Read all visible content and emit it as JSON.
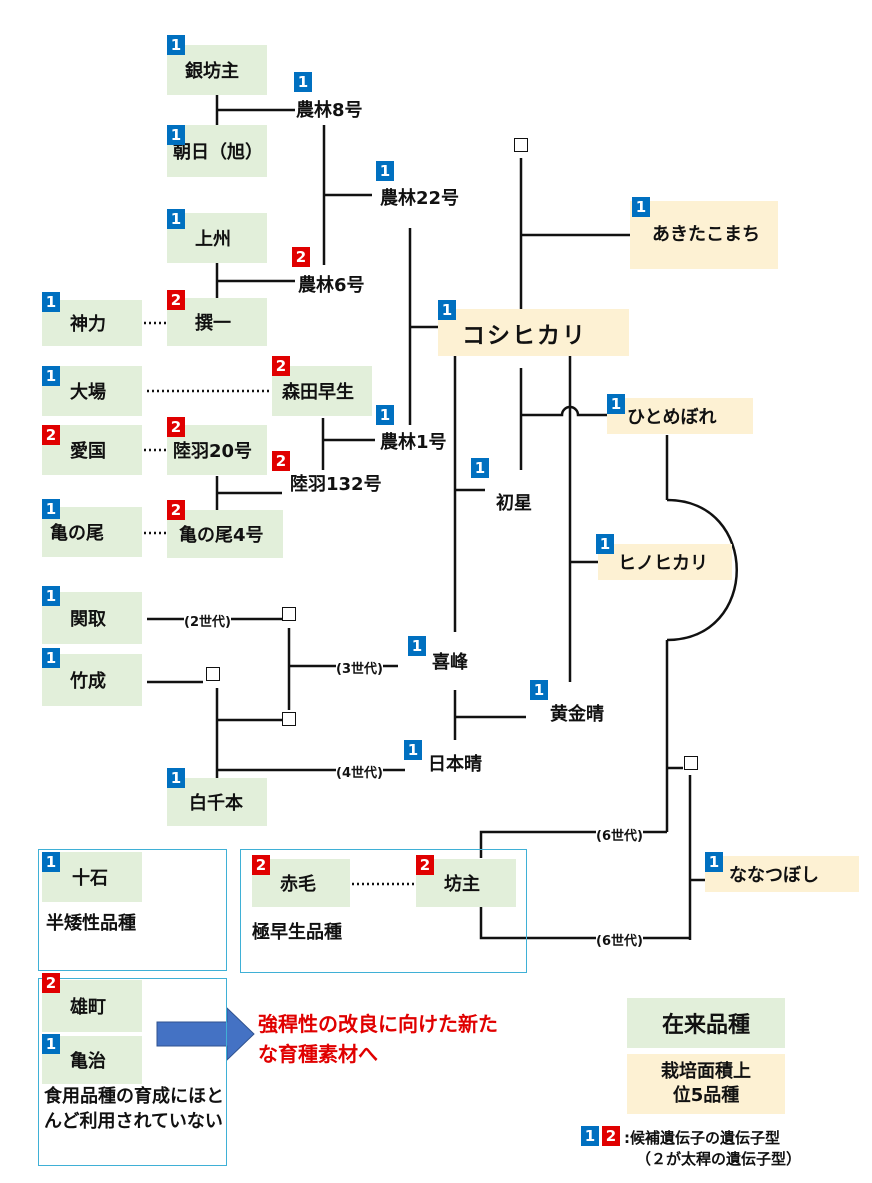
{
  "varieties": {
    "ginbozu": {
      "name": "銀坊主",
      "badge": "1"
    },
    "asahi": {
      "name": "朝日（旭）",
      "badge": "1"
    },
    "norin8": {
      "name": "農林8号",
      "badge": "1"
    },
    "norin22": {
      "name": "農林22号",
      "badge": "1"
    },
    "joshu": {
      "name": "上州",
      "badge": "1"
    },
    "norin6": {
      "name": "農林6号",
      "badge": "2"
    },
    "shinriki": {
      "name": "神力",
      "badge": "1"
    },
    "senichi": {
      "name": "撰一",
      "badge": "2"
    },
    "koshihikari": {
      "name": "コシヒカリ",
      "badge": "1"
    },
    "akitakomachi": {
      "name": "あきたこまち",
      "badge": "1"
    },
    "oba": {
      "name": "大場",
      "badge": "1"
    },
    "moritawase": {
      "name": "森田早生",
      "badge": "2"
    },
    "aikoku": {
      "name": "愛国",
      "badge": "2"
    },
    "rikuu20": {
      "name": "陸羽20号",
      "badge": "2"
    },
    "norin1": {
      "name": "農林1号",
      "badge": "1"
    },
    "rikuu132": {
      "name": "陸羽132号",
      "badge": "2"
    },
    "hitomebore": {
      "name": "ひとめぼれ",
      "badge": "1"
    },
    "hatsuboshi": {
      "name": "初星",
      "badge": "1"
    },
    "kamenoo": {
      "name": "亀の尾",
      "badge": "1"
    },
    "kamenoo4": {
      "name": "亀の尾4号",
      "badge": "2"
    },
    "hinohikari": {
      "name": "ヒノヒカリ",
      "badge": "1"
    },
    "sekitori": {
      "name": "関取",
      "badge": "1"
    },
    "takenari": {
      "name": "竹成",
      "badge": "1"
    },
    "kiho": {
      "name": "喜峰",
      "badge": "1"
    },
    "koganebare": {
      "name": "黄金晴",
      "badge": "1"
    },
    "nihonbare": {
      "name": "日本晴",
      "badge": "1"
    },
    "shirasenbon": {
      "name": "白千本",
      "badge": "1"
    },
    "nanatsuboshi": {
      "name": "ななつぼし",
      "badge": "1"
    },
    "jikkoku": {
      "name": "十石",
      "badge": "1"
    },
    "akage": {
      "name": "赤毛",
      "badge": "2"
    },
    "bozu": {
      "name": "坊主",
      "badge": "2"
    },
    "omachi": {
      "name": "雄町",
      "badge": "2"
    },
    "kameji": {
      "name": "亀治",
      "badge": "1"
    }
  },
  "generations": {
    "g2": "(2世代)",
    "g3": "(3世代)",
    "g4": "(4世代)",
    "g6": "(6世代)"
  },
  "unknown_parent": "□",
  "notes": {
    "semi_dwarf": "半矮性品種",
    "extra_early": "極早生品種",
    "not_used": "食用品種の育成にほとんど利用されていない",
    "new_material": "強稈性の改良に向けた新たな育種素材へ"
  },
  "legend": {
    "native": "在来品種",
    "top5": "栽培面積上位5品種",
    "badge1": "1",
    "badge2": "2",
    "genotype_line1": ":候補遺伝子の遺伝子型",
    "genotype_line2": "（２が太稈の遺伝子型）"
  },
  "colors": {
    "native_fill": "#e2efda",
    "top5_fill": "#fdf1d3",
    "badge1": "#0070c0",
    "badge2": "#e00000",
    "frame": "#3fb0d6",
    "arrow": "#4472c4",
    "highlight_text": "#e00000"
  }
}
